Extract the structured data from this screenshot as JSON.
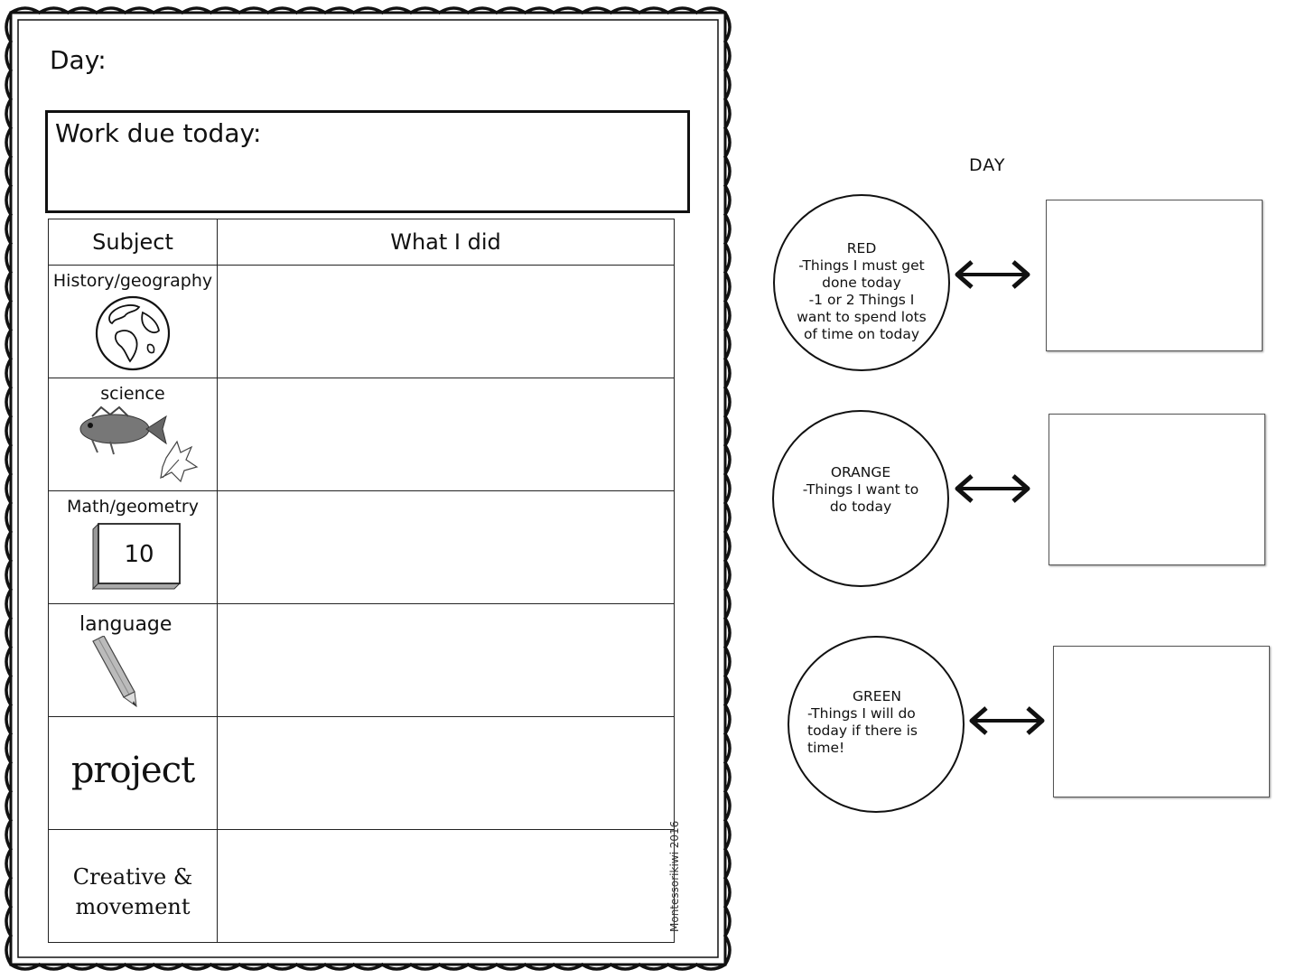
{
  "sheet": {
    "day_label": "Day:",
    "work_due_label": "Work due today:",
    "table": {
      "headers": [
        "Subject",
        "What I did"
      ],
      "rows": [
        {
          "subject": "History/geography",
          "icon": "globe-icon"
        },
        {
          "subject": "science",
          "icon": "fish-and-leaf-icon"
        },
        {
          "subject": "Math/geometry",
          "icon": "ten-block-icon",
          "icon_text": "10"
        },
        {
          "subject": "language",
          "icon": "pencil-icon"
        },
        {
          "subject": "project",
          "icon": ""
        },
        {
          "subject_line1": "Creative &",
          "subject_line2": "movement",
          "icon": ""
        }
      ]
    },
    "credit": "Montessorikiwi 2016"
  },
  "key": {
    "title": "DAY",
    "items": [
      {
        "lines": [
          "RED",
          "-Things I must get",
          "done today",
          "-1 or 2 Things I",
          "want to spend lots",
          "of time on today"
        ]
      },
      {
        "lines": [
          "ORANGE",
          "-Things I want to",
          "do today"
        ]
      },
      {
        "lines": [
          "GREEN",
          "-Things I will do",
          "today if there is",
          "time!"
        ]
      }
    ]
  }
}
